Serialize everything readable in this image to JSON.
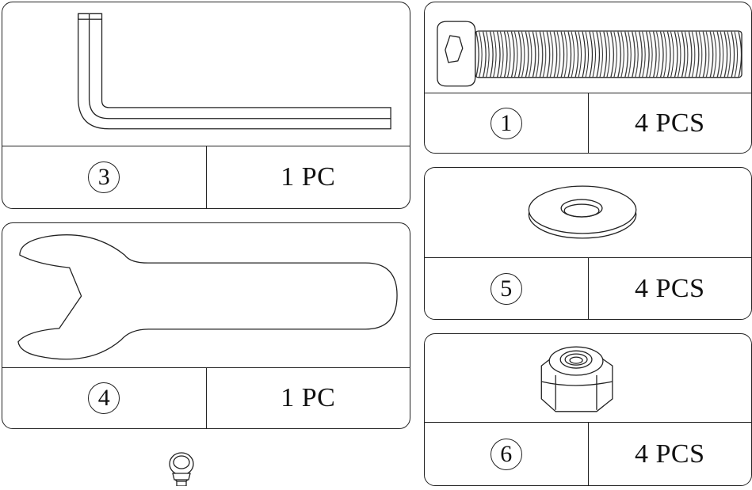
{
  "parts": [
    {
      "id": "p3",
      "index": "3",
      "quantity": "1 PC",
      "icon": "allen-key-icon"
    },
    {
      "id": "p4",
      "index": "4",
      "quantity": "1 PC",
      "icon": "wrench-icon"
    },
    {
      "id": "p1",
      "index": "1",
      "quantity": "4 PCS",
      "icon": "bolt-icon"
    },
    {
      "id": "p5",
      "index": "5",
      "quantity": "4 PCS",
      "icon": "washer-icon"
    },
    {
      "id": "p6",
      "index": "6",
      "quantity": "4 PCS",
      "icon": "lock-nut-icon"
    }
  ],
  "partial_part": {
    "icon": "ball-stud-icon"
  }
}
